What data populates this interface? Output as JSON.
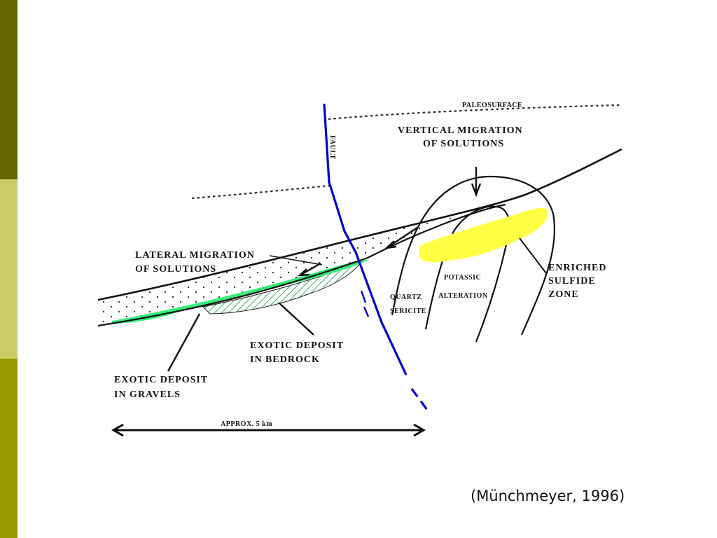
{
  "colors": {
    "sidebar_top": "#666600",
    "sidebar_mid": "#cccc66",
    "sidebar_bottom": "#999900",
    "fault": "#0000cc",
    "exotic_gravels": "#33ee77",
    "enriched_zone": "#ffff44",
    "ink": "#111111"
  },
  "labels": {
    "paleosurface": "PALEOSURFACE",
    "vertical_migration_1": "VERTICAL MIGRATION",
    "vertical_migration_2": "OF SOLUTIONS",
    "fault": "FAULT",
    "lateral_migration_1": "LATERAL MIGRATION",
    "lateral_migration_2": "OF SOLUTIONS",
    "enriched_1": "ENRICHED",
    "enriched_2": "SULFIDE",
    "enriched_3": "ZONE",
    "potassic_1": "POTASSIC",
    "potassic_2": "ALTERATION",
    "quartz_1": "QUARTZ",
    "quartz_2": "SERICITE",
    "exotic_bedrock_1": "EXOTIC DEPOSIT",
    "exotic_bedrock_2": "IN BEDROCK",
    "exotic_gravels_1": "EXOTIC DEPOSIT",
    "exotic_gravels_2": "IN GRAVELS",
    "scale": "APPROX. 5 km"
  },
  "citation": "(Münchmeyer, 1996)"
}
